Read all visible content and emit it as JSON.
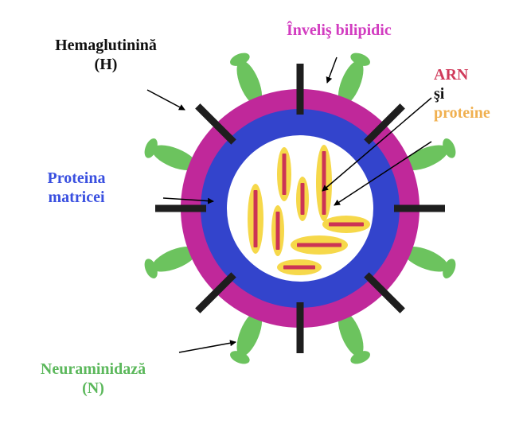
{
  "labels": {
    "hemagglutinin": {
      "name": "Hemaglutinină",
      "abbr": "(H)"
    },
    "envelope": "Înveliş bilipidic",
    "rna_line1": "ARN",
    "rna_line2": "şi",
    "rna_line3": "proteine",
    "matrix": {
      "line1": "Proteina",
      "line2": "matricei"
    },
    "neuraminidase": {
      "name": "Neuraminidază",
      "abbr": "(N)"
    }
  },
  "colors": {
    "hemagglutinin_text": "#111111",
    "envelope": "#c0289a",
    "envelope_text": "#d23cc0",
    "matrix": "#3344cc",
    "matrix_text": "#3a50e0",
    "core": "#ffffff",
    "rna": "#cc3355",
    "rna_text": "#d03a5a",
    "protein": "#f6d84a",
    "protein_text": "#f0b050",
    "spike_h": "#1e1e1e",
    "spike_n": "#6cc35e",
    "neuraminidase_text": "#5cb85c",
    "arrow": "#000000"
  },
  "icons": {
    "hemagglutinin_spike": "dark-rod-spike",
    "neuraminidase_spike": "green-club-spike"
  }
}
